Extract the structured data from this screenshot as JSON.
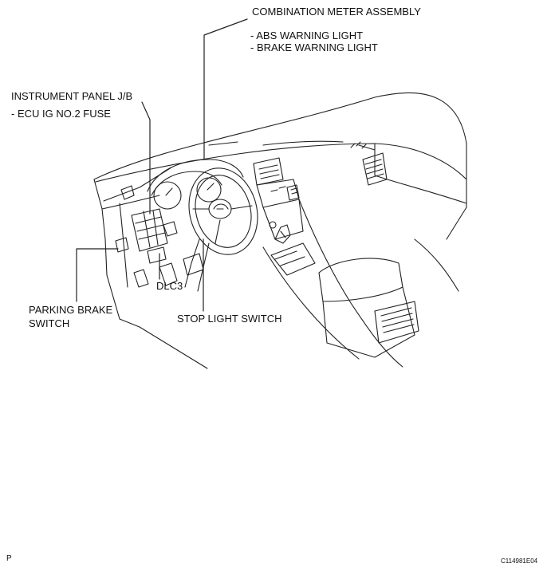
{
  "labels": {
    "combination_meter": "COMBINATION METER ASSEMBLY",
    "abs_warning": "- ABS WARNING LIGHT",
    "brake_warning": "- BRAKE WARNING LIGHT",
    "instrument_panel": "INSTRUMENT PANEL J/B",
    "ecu_fuse": "- ECU IG NO.2 FUSE",
    "dlc3": "DLC3",
    "parking_brake_1": "PARKING BRAKE",
    "parking_brake_2": "SWITCH",
    "stop_light": "STOP LIGHT SWITCH",
    "corner_p": "P",
    "figure_code": "C114981E04"
  }
}
